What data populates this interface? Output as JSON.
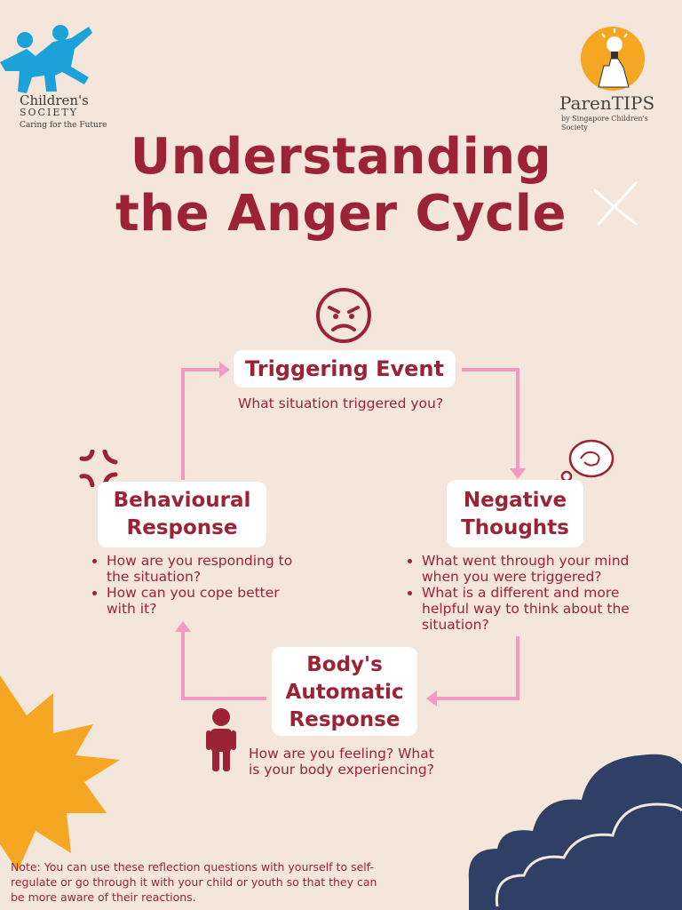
{
  "logos": {
    "left_name_line1": "Children's",
    "left_name_line2": "SOCIETY",
    "left_tagline": "Caring for the Future",
    "right_name": "ParenTIPS",
    "right_tagline": "by Singapore Children's Society"
  },
  "title": {
    "line1": "Understanding",
    "line2": "the Anger Cycle"
  },
  "cycle": {
    "triggering": {
      "label": "Triggering Event",
      "question": "What situation triggered you?"
    },
    "negative": {
      "label_line1": "Negative",
      "label_line2": "Thoughts",
      "questions": [
        "What went through your mind when you were triggered?",
        "What is a different and more helpful way to think about the situation?"
      ]
    },
    "automatic": {
      "label_line1": "Body's",
      "label_line2": "Automatic",
      "label_line3": "Response",
      "question": "How are you feeling? What is your body experiencing?"
    },
    "behavioural": {
      "label_line1": "Behavioural",
      "label_line2": "Response",
      "questions": [
        "How are you responding to the situation?",
        "How can you cope better with it?"
      ]
    }
  },
  "note": "Note: You can use these reflection questions with yourself to self-regulate or go through it with your child or youth so that they can be more aware of their reactions.",
  "colors": {
    "background": "#f4e6da",
    "accent": "#9b2335",
    "arrow": "#f29ac4",
    "sun": "#f5a623",
    "cloud": "#2f3f66",
    "logo_blue": "#1ba3d9"
  }
}
